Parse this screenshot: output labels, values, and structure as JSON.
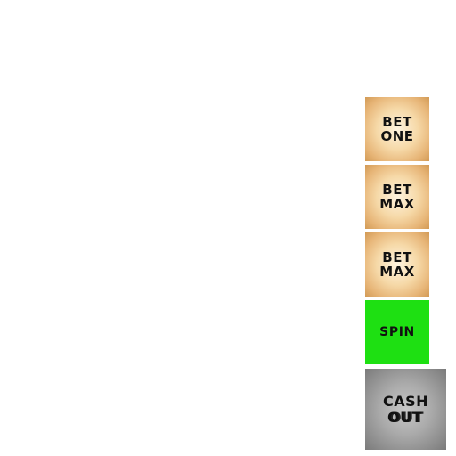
{
  "buttons": {
    "bet_one": {
      "line1": "BET",
      "line2": "ONE"
    },
    "bet_max_1": {
      "line1": "BET",
      "line2": "MAX"
    },
    "bet_max_2": {
      "line1": "BET",
      "line2": "MAX"
    },
    "spin": {
      "label": "SPIN"
    },
    "cash_out": {
      "line1": "CASH",
      "line2a": "OUT",
      "line2b": "OUT"
    }
  },
  "colors": {
    "bet_button_center": "#fdf3df",
    "bet_button_edge": "#d29a55",
    "spin_button": "#1ee012",
    "cash_out_center": "#c8c8c8",
    "cash_out_edge": "#7a7a7a",
    "background": "#ffffff"
  }
}
